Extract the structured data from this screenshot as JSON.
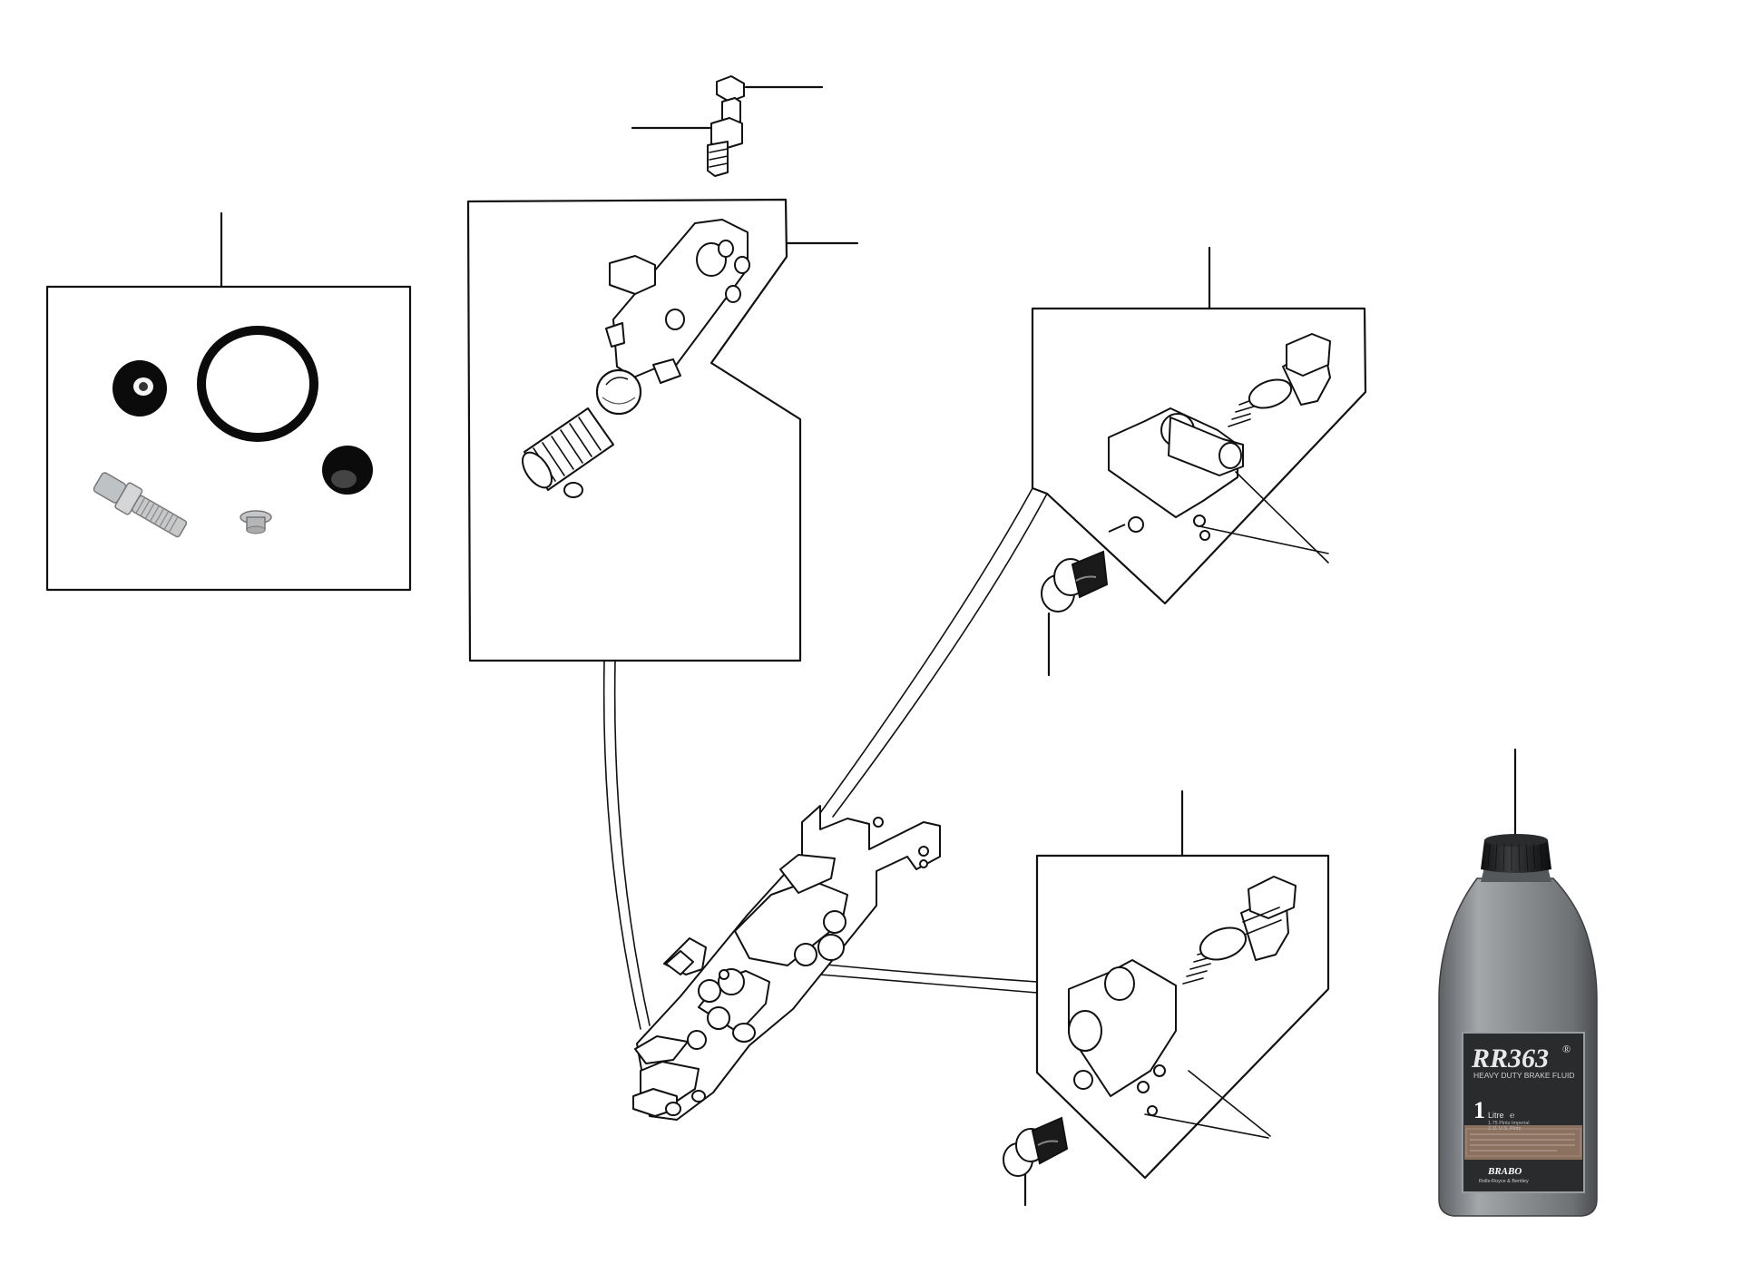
{
  "product": {
    "brand_mark": "RR363",
    "registered_symbol": "®",
    "subtitle": "HEAVY DUTY BRAKE FLUID",
    "volume_big": "1",
    "volume_unit": "Litre",
    "volume_symbol": "℮",
    "imperial": "1.75 Pints Imperial",
    "us": "2.11 U.S. Pints",
    "maker": "BRABO",
    "maker_sub": "Rolls-Royce & Bentley"
  },
  "colors": {
    "line": "#111111",
    "bottle_body": "#8a8d90",
    "bottle_cap": "#1c1d1f",
    "label_dark": "#2a2b2d",
    "label_band": "#8a7160"
  }
}
